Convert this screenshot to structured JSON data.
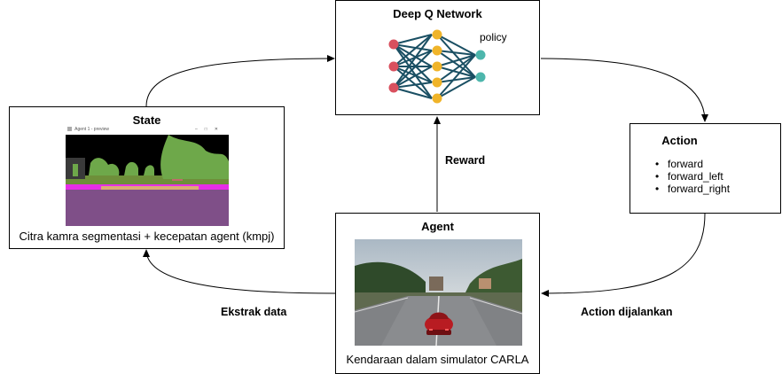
{
  "dqn": {
    "title": "Deep Q Network",
    "policy_label": "policy"
  },
  "state": {
    "title": "State",
    "caption": "Citra kamra segmentasi + kecepatan agent (kmpj)",
    "window_title": "Agent 1 - preview"
  },
  "action": {
    "title": "Action",
    "items": [
      "forward",
      "forward_left",
      "forward_right"
    ]
  },
  "agent": {
    "title": "Agent",
    "caption": "Kendaraan dalam simulator CARLA"
  },
  "edges": {
    "reward": "Reward",
    "extract": "Ekstrak data",
    "execute": "Action dijalankan"
  },
  "colors": {
    "input_node": "#d9505e",
    "hidden_node": "#f0b429",
    "output_node": "#4db6ac",
    "connection": "#1a4f63",
    "road_segment": "#7f4f88",
    "lane_marking": "#e62ee6",
    "vegetation": "#6ea84a"
  }
}
